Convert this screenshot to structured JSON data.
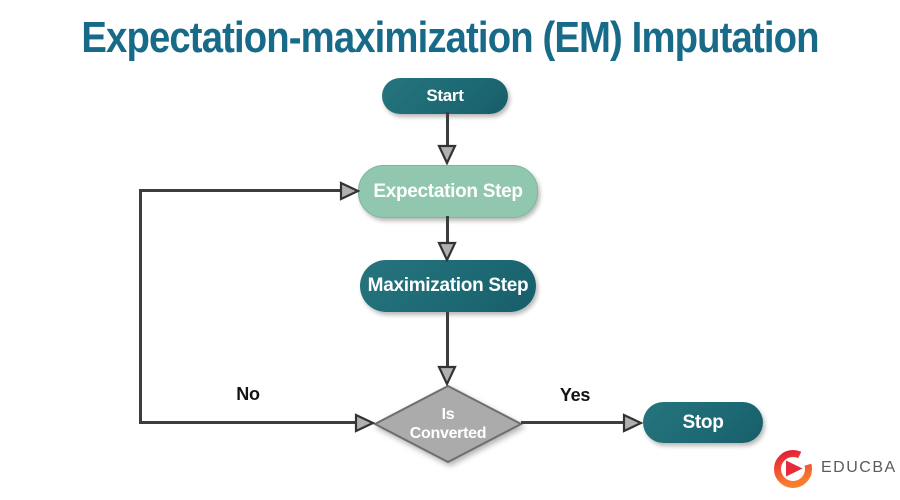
{
  "title": "Expectation-maximization (EM) Imputation",
  "flowchart": {
    "nodes": {
      "start": {
        "label": "Start"
      },
      "expectation": {
        "label": "Expectation Step"
      },
      "maximization": {
        "label": "Maximization Step"
      },
      "decision": {
        "line1": "Is",
        "line2": "Converted"
      },
      "stop": {
        "label": "Stop"
      }
    },
    "edges": {
      "yes_label": "Yes",
      "no_label": "No"
    }
  },
  "branding": {
    "logo_text": "EDUCBA"
  },
  "colors": {
    "title_text": "#176b89",
    "node_dark_teal": "#1d6a75",
    "node_light_green": "#90c7ae",
    "diamond_fill": "#ababab",
    "diamond_border": "#6e6e6e",
    "connector_line": "#3d3d3d",
    "arrowhead_fill": "#b0b0b0",
    "arrowhead_outline": "#333333",
    "logo_red": "#e41e39",
    "logo_orange": "#fa7d2d",
    "logo_text_color": "#5a5b5e"
  }
}
